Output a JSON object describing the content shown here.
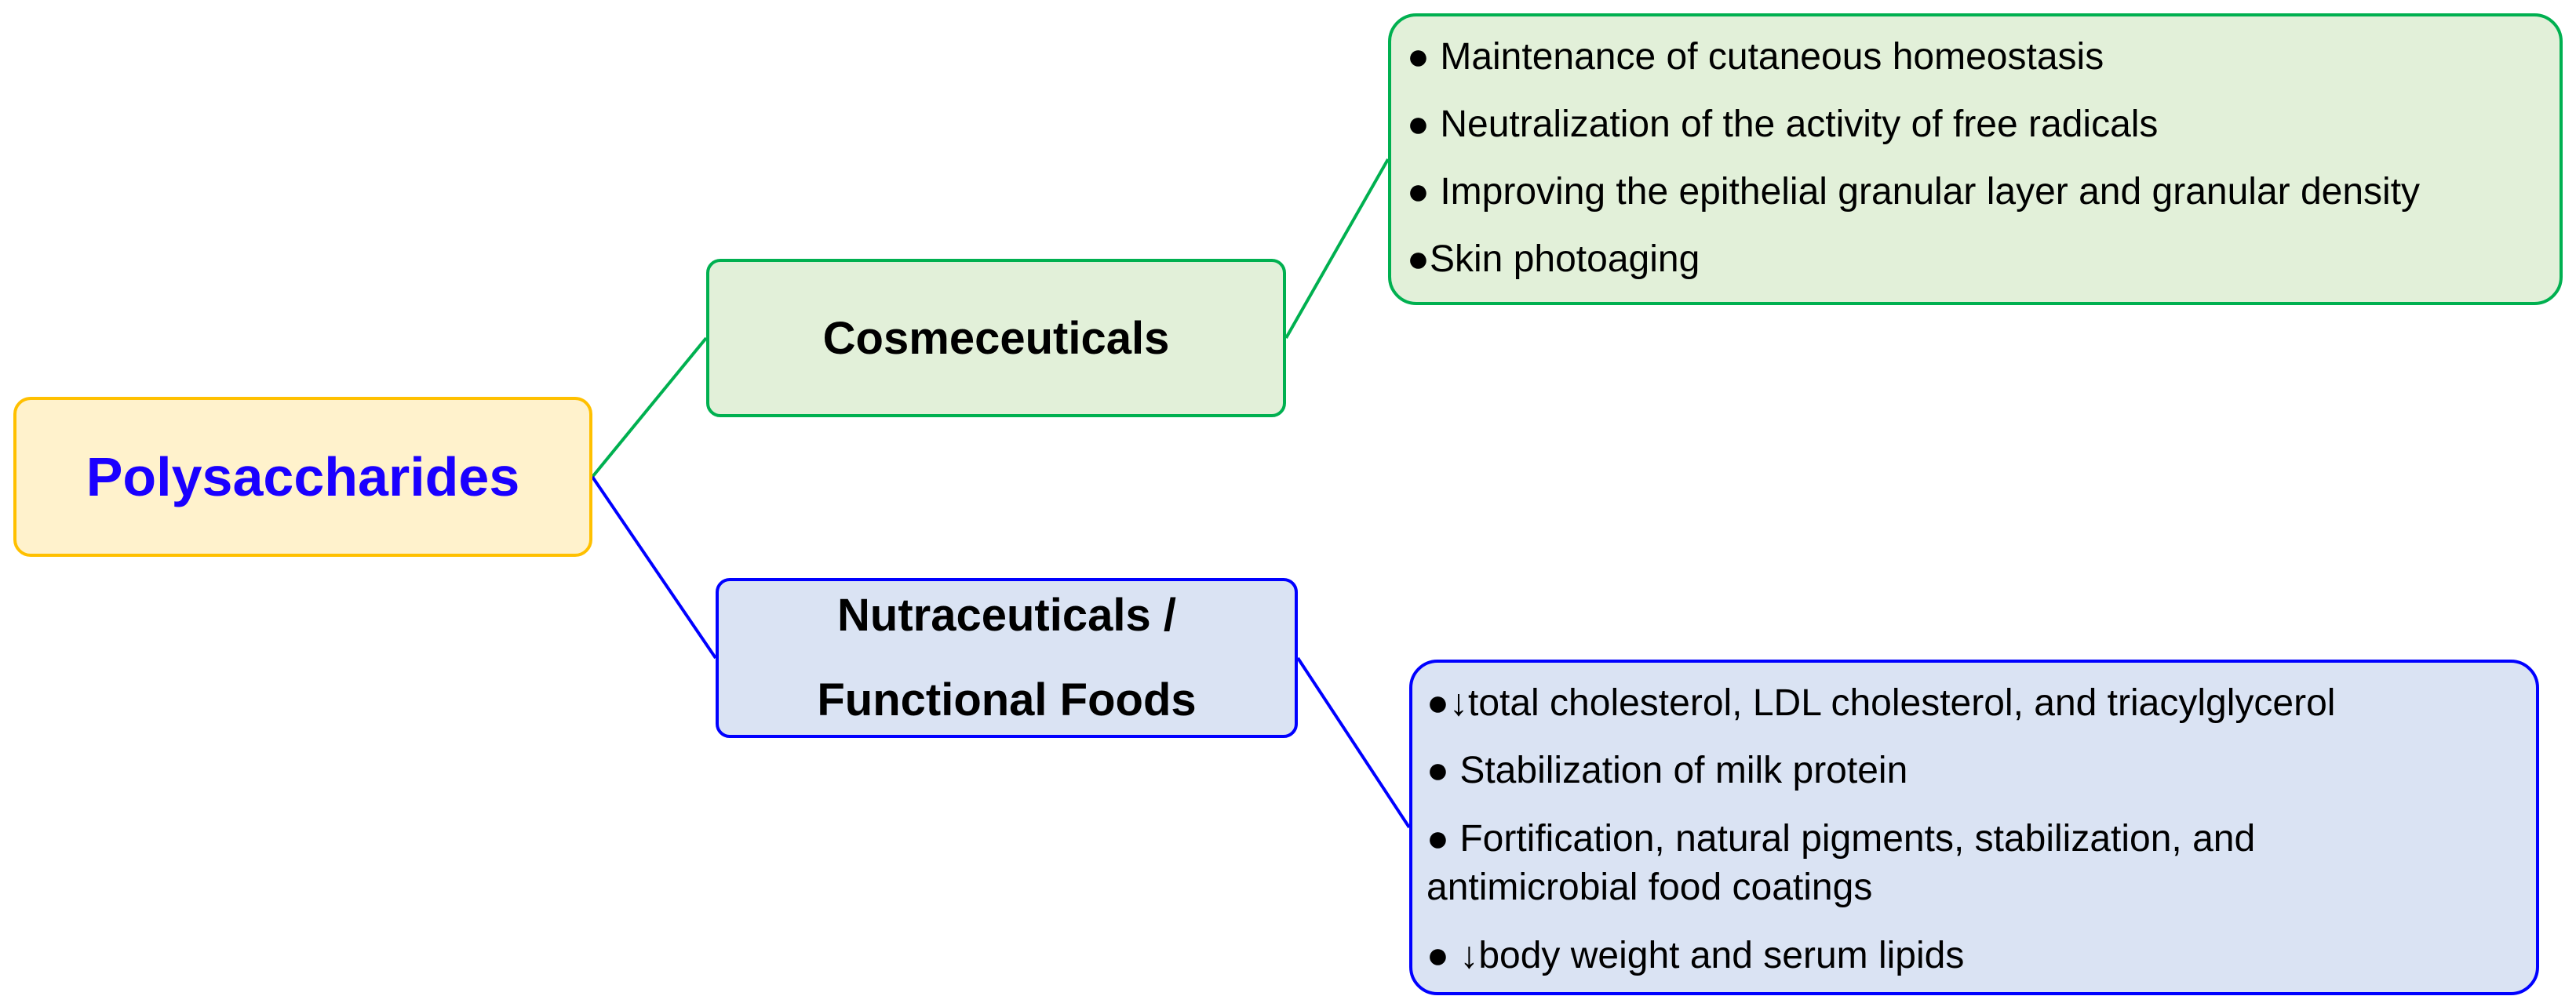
{
  "root": {
    "label": "Polysaccharides",
    "color": "#1a00ff",
    "fill": "#fff2cc",
    "border": "#ffc000"
  },
  "branches": [
    {
      "label": "Cosmeceuticals",
      "fill": "#e2f0d9",
      "border": "#00b050",
      "items": [
        "● Maintenance of cutaneous homeostasis",
        "● Neutralization of the activity of free radicals",
        "● Improving the epithelial granular layer and granular density",
        "●Skin photoaging"
      ]
    },
    {
      "label_line1": "Nutraceuticals /",
      "label_line2": "Functional Foods",
      "fill": "#dae3f3",
      "border": "#0000ff",
      "items": [
        "●↓total cholesterol, LDL cholesterol, and triacylglycerol",
        "● Stabilization of milk protein",
        "● Fortification, natural pigments, stabilization, and antimicrobial food coatings",
        "● ↓body weight and serum lipids"
      ]
    }
  ]
}
